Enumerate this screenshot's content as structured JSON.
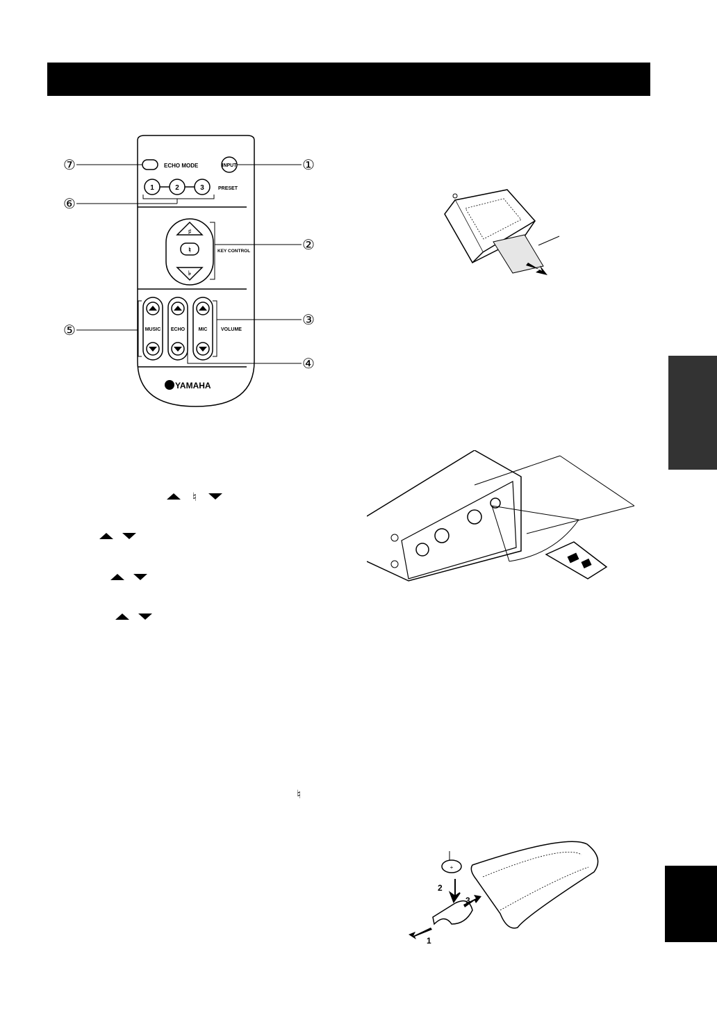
{
  "remote": {
    "buttons": {
      "echo_mode": "ECHO MODE",
      "input": "INPUT",
      "preset": "PRESET",
      "preset_1": "1",
      "preset_2": "2",
      "preset_3": "3",
      "key_control": "KEY CONTROL",
      "key_sharp": "♯",
      "key_natural": "♮",
      "key_flat": "♭",
      "music": "MUSIC",
      "echo": "ECHO",
      "mic": "MIC",
      "volume": "VOLUME",
      "brand": "YAMAHA"
    },
    "callouts": [
      "①",
      "②",
      "③",
      "④",
      "⑤",
      "⑥",
      "⑦"
    ]
  },
  "symbols": {
    "natural": "♮"
  },
  "battery_figure": {
    "steps": [
      "1",
      "2",
      "3"
    ],
    "plus": "+"
  },
  "colors": {
    "header_bar": "#000000",
    "side_tab_gray": "#333333",
    "side_tab_black": "#000000"
  }
}
